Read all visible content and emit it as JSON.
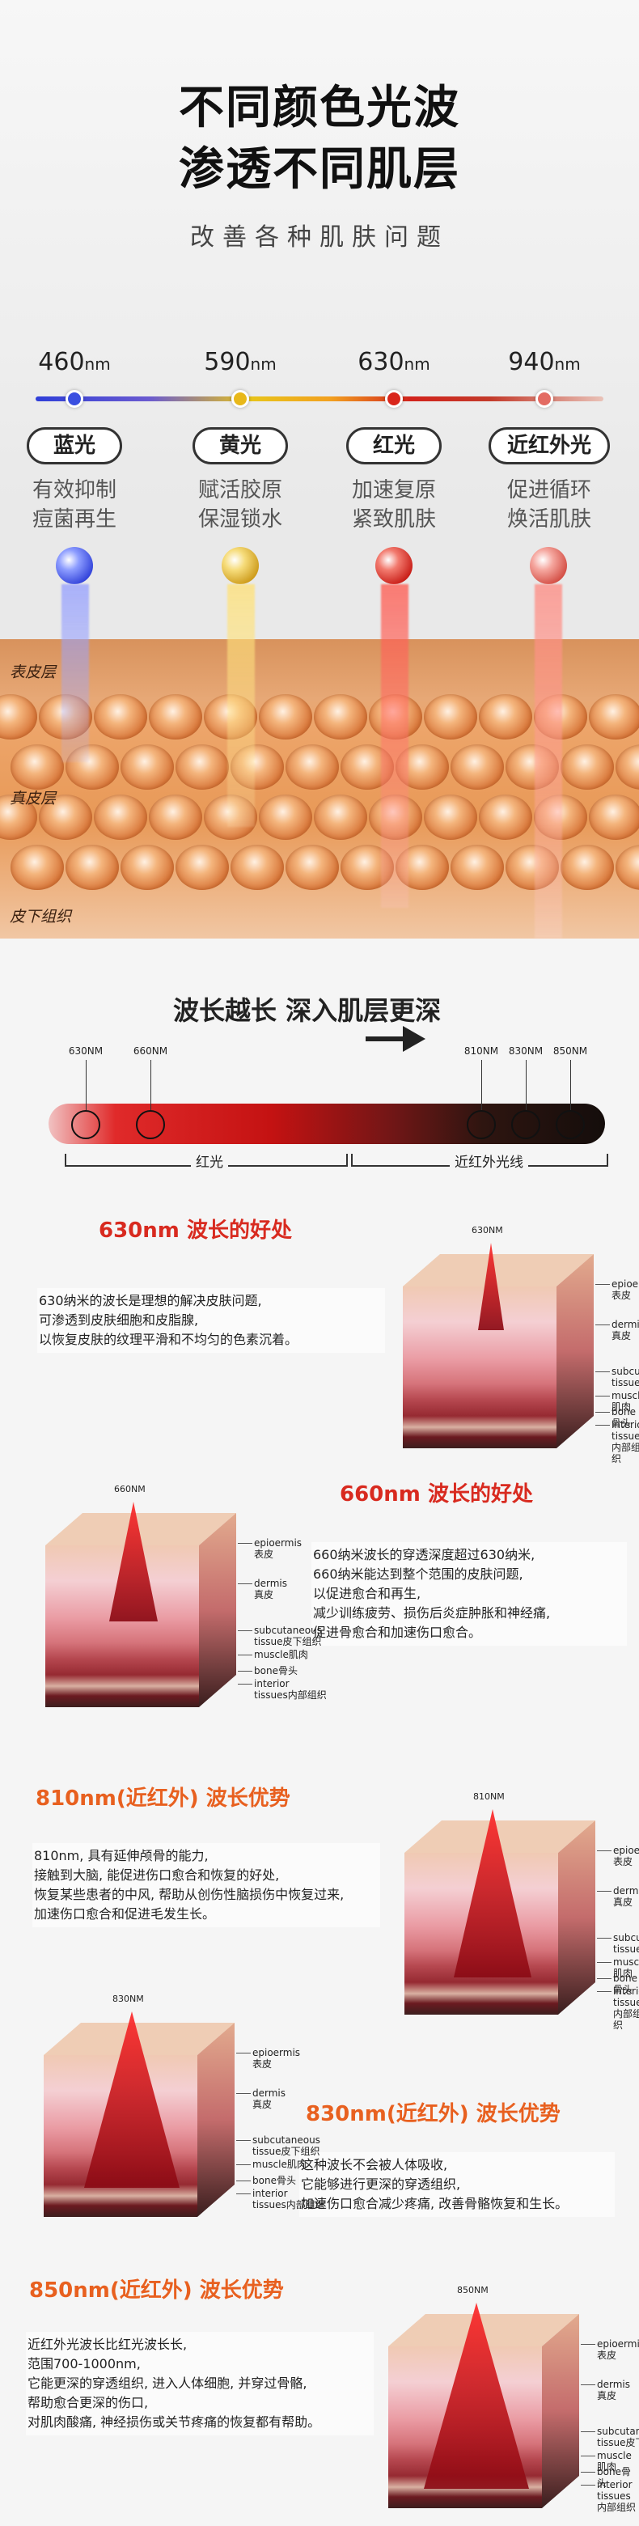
{
  "hero": {
    "title_line1": "不同颜色光波",
    "title_line2": "渗透不同肌层",
    "subtitle": "改善各种肌肤问题",
    "lights": [
      {
        "wavelength": "460",
        "unit": "nm",
        "name": "蓝光",
        "effect1": "有效抑制",
        "effect2": "痘菌再生",
        "color": "#3a4fe0"
      },
      {
        "wavelength": "590",
        "unit": "nm",
        "name": "黄光",
        "effect1": "赋活胶原",
        "effect2": "保湿锁水",
        "color": "#e8b81a"
      },
      {
        "wavelength": "630",
        "unit": "nm",
        "name": "红光",
        "effect1": "加速复原",
        "effect2": "紧致肌肤",
        "color": "#d9261c"
      },
      {
        "wavelength": "940",
        "unit": "nm",
        "name": "近红外光",
        "effect1": "促进循环",
        "effect2": "焕活肌肤",
        "color": "#e36b63"
      }
    ],
    "layers": {
      "epidermis": "表皮层",
      "dermis": "真皮层",
      "subcutaneous": "皮下组织"
    }
  },
  "scale": {
    "title": "波长越长  深入肌层更深",
    "markers": [
      "630NM",
      "660NM",
      "810NM",
      "830NM",
      "850NM"
    ],
    "red_label": "红光",
    "nir_label": "近红外光线"
  },
  "block_labels": {
    "epidermis": "epioermis",
    "epidermis_cn": "表皮",
    "dermis": "dermis",
    "dermis_cn": "真皮",
    "subcutaneous": "subcutaneous",
    "subcutaneous_cn": "tissue皮下组织",
    "muscle": "muscle肌肉",
    "bone": "bone骨头",
    "interior": "interior",
    "interior_cn": "tissues内部组织"
  },
  "sections": [
    {
      "heading_a": "630nm",
      "heading_b": "波长的好处",
      "cone": "630NM",
      "lines": [
        "630纳米的波长是理想的解决皮肤问题,",
        "可渗透到皮肤细胞和皮脂腺,",
        "以恢复皮肤的纹理平滑和不均匀的色素沉着。"
      ]
    },
    {
      "heading_a": "660nm",
      "heading_b": "波长的好处",
      "cone": "660NM",
      "lines": [
        "660纳米波长的穿透深度超过630纳米,",
        "660纳米能达到整个范围的皮肤问题,",
        "以促进愈合和再生,",
        "减少训练疲劳、损伤后炎症肿胀和神经痛,",
        "促进骨愈合和加速伤口愈合。"
      ]
    },
    {
      "heading_a": "810nm(近红外)",
      "heading_b": "波长优势",
      "cone": "810NM",
      "lines": [
        "810nm, 具有延伸颅骨的能力,",
        "接触到大脑, 能促进伤口愈合和恢复的好处,",
        "恢复某些患者的中风, 帮助从创伤性脑损伤中恢复过来,",
        "加速伤口愈合和促进毛发生长。"
      ]
    },
    {
      "heading_a": "830nm(近红外)",
      "heading_b": "波长优势",
      "cone": "830NM",
      "lines": [
        "这种波长不会被人体吸收,",
        "它能够进行更深的穿透组织,",
        "加速伤口愈合减少疼痛, 改善骨骼恢复和生长。"
      ]
    },
    {
      "heading_a": "850nm(近红外)",
      "heading_b": "波长优势",
      "cone": "850NM",
      "lines": [
        "近红外光波长比红光波长长,",
        "范围700-1000nm,",
        "它能更深的穿透组织, 进入人体细胞, 并穿过骨骼,",
        "帮助愈合更深的伤口,",
        "对肌肉酸痛, 神经损伤或关节疼痛的恢复都有帮助。"
      ]
    }
  ]
}
